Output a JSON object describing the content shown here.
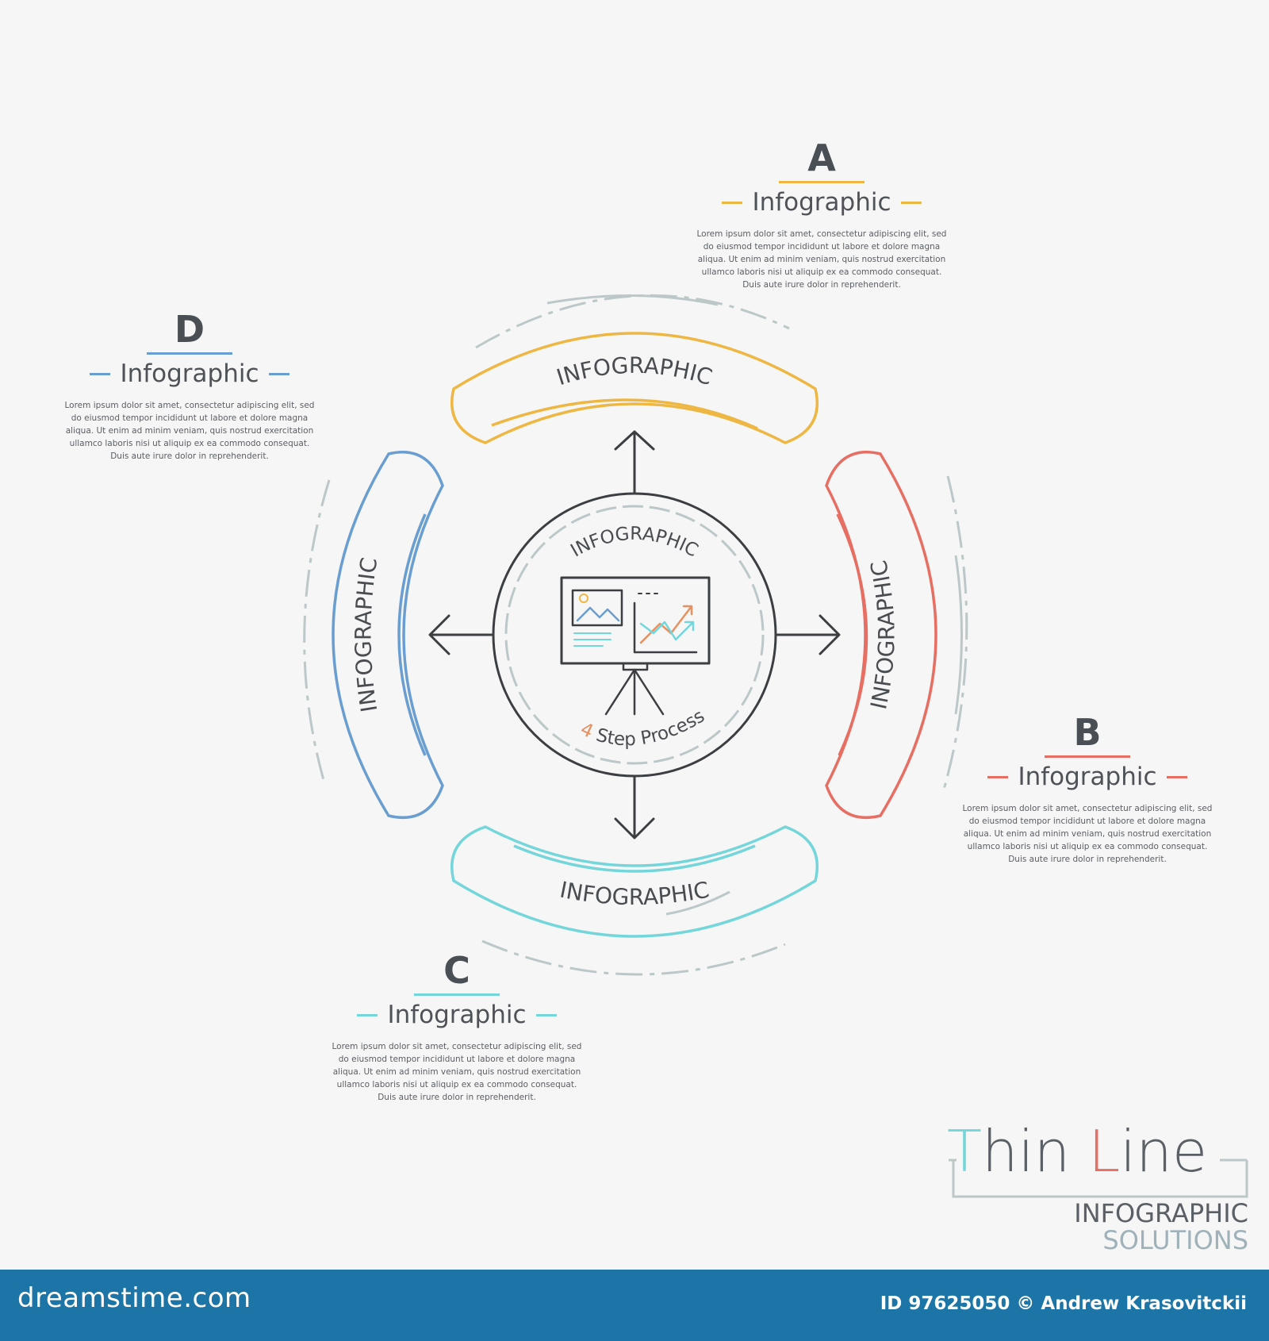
{
  "colors": {
    "a": "#eeb744",
    "b": "#e76e62",
    "c": "#74d6db",
    "d": "#6a9ed0",
    "dark": "#3c3f42",
    "grey": "#bcc8c8",
    "footer": "#1d74a6"
  },
  "segments": {
    "top": "INFOGRAPHIC",
    "right": "INFOGRAPHIC",
    "bottom": "INFOGRAPHIC",
    "left": "INFOGRAPHIC"
  },
  "center": {
    "title": "INFOGRAPHIC",
    "step_number": "4",
    "step_text": " Step Process",
    "icon": "presentation-board-icon"
  },
  "labels": {
    "a": {
      "letter": "A",
      "title": "Infographic",
      "lines": [
        "Lorem ipsum dolor sit amet, consectetur adipiscing elit, sed",
        "do eiusmod tempor incididunt ut labore et dolore magna",
        "aliqua. Ut enim ad minim veniam, quis nostrud exercitation",
        "ullamco laboris nisi ut aliquip ex ea commodo consequat.",
        "Duis aute irure dolor in reprehenderit."
      ]
    },
    "b": {
      "letter": "B",
      "title": "Infographic",
      "lines": [
        "Lorem ipsum dolor sit amet, consectetur adipiscing elit, sed",
        "do eiusmod tempor incididunt ut labore et dolore magna",
        "aliqua. Ut enim ad minim veniam, quis nostrud exercitation",
        "ullamco laboris nisi ut aliquip ex ea commodo consequat.",
        "Duis aute irure dolor in reprehenderit."
      ]
    },
    "c": {
      "letter": "C",
      "title": "Infographic",
      "lines": [
        "Lorem ipsum dolor sit amet, consectetur adipiscing elit, sed",
        "do eiusmod tempor incididunt ut labore et dolore magna",
        "aliqua. Ut enim ad minim veniam, quis nostrud exercitation",
        "ullamco laboris nisi ut aliquip ex ea commodo consequat.",
        "Duis aute irure dolor in reprehenderit."
      ]
    },
    "d": {
      "letter": "D",
      "title": "Infographic",
      "lines": [
        "Lorem ipsum dolor sit amet, consectetur adipiscing elit, sed",
        "do eiusmod tempor incididunt ut labore et dolore magna",
        "aliqua. Ut enim ad minim veniam, quis nostrud exercitation",
        "ullamco laboris nisi ut aliquip ex ea commodo consequat.",
        "Duis aute irure dolor in reprehenderit."
      ]
    }
  },
  "brand": {
    "t1": "T",
    "t2": "hin ",
    "t3": "L",
    "t4": "ine",
    "sub1": "INFOGRAPHIC",
    "sub2": "SOLUTIONS"
  },
  "footer": {
    "watermark": "dreamstime.com",
    "credit": "ID 97625050 © Andrew Krasovitckii"
  }
}
